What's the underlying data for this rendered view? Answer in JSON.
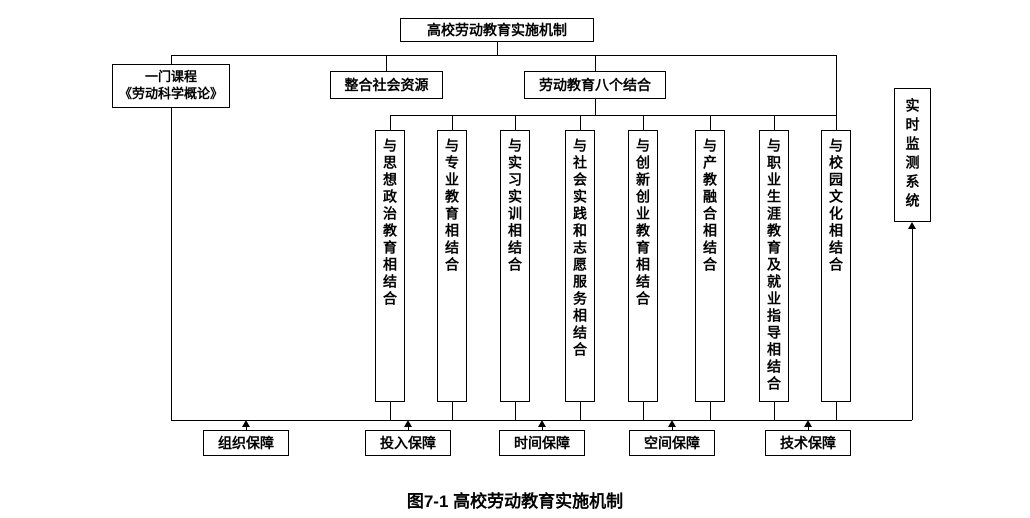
{
  "diagram": {
    "root": "高校劳动教育实施机制",
    "course": {
      "line1": "一门课程",
      "line2": "《劳动科学概论》"
    },
    "resources": "整合社会资源",
    "eight_header": "劳动教育八个结合",
    "monitor": "实时监测系统",
    "columns": [
      "与思想政治教育相结合",
      "与专业教育相结合",
      "与实习实训相结合",
      "与社会实践和志愿服务相结合",
      "与创新创业教育相结合",
      "与产教融合相结合",
      "与职业生涯教育及就业指导相结合",
      "与校园文化相结合"
    ],
    "supports": [
      "组织保障",
      "投入保障",
      "时间保障",
      "空间保障",
      "技术保障"
    ],
    "caption": "图7-1  高校劳动教育实施机制",
    "colors": {
      "line": "#000000",
      "background": "#ffffff",
      "text": "#000000"
    }
  }
}
